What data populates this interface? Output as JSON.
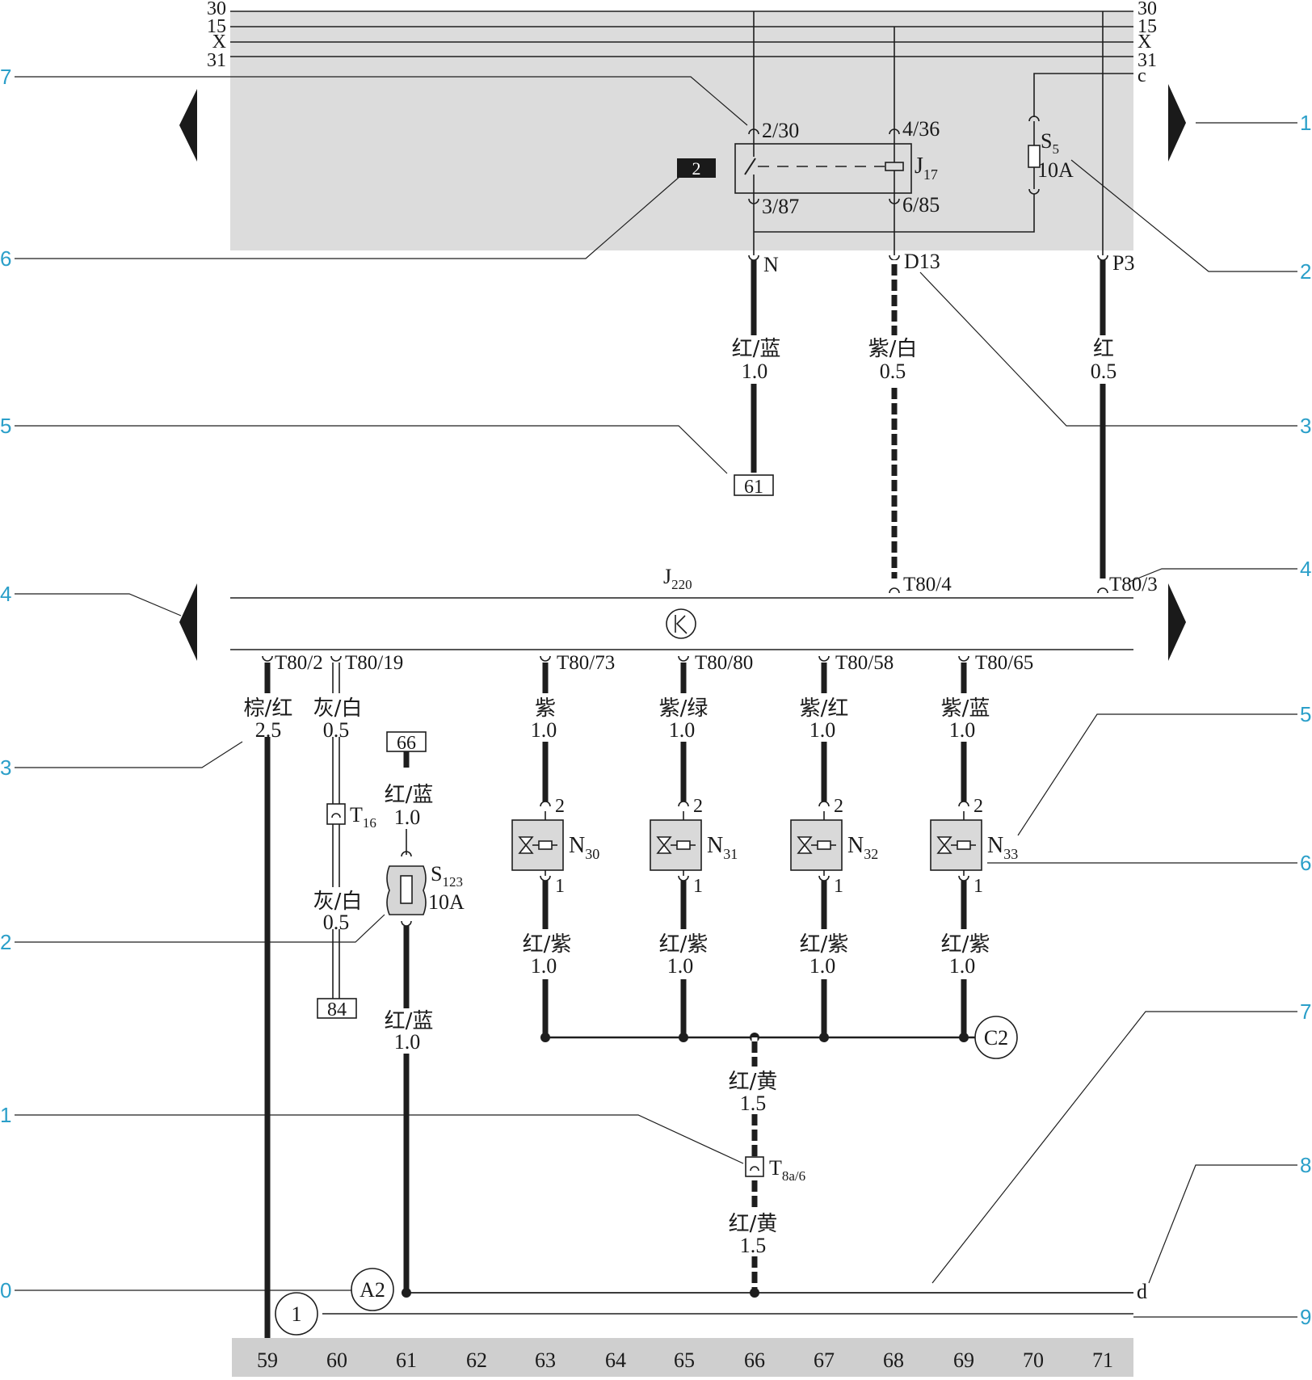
{
  "rails": {
    "left_labels": [
      "30",
      "15",
      "X",
      "31"
    ],
    "right_labels": [
      "30",
      "15",
      "X",
      "31",
      "c"
    ]
  },
  "relay_box": {
    "relay_name": "J",
    "relay_sub": "17",
    "pin_2_30": "2/30",
    "pin_4_36": "4/36",
    "pin_3_87": "3/87",
    "pin_6_85": "6/85",
    "fuse_name": "S",
    "fuse_sub": "5",
    "fuse_rating": "10A",
    "badge": "2",
    "out_n": "N",
    "out_d13": "D13",
    "out_p3": "P3"
  },
  "upper_wires": [
    {
      "color": "红/蓝",
      "size": "1.0"
    },
    {
      "color": "紫/白",
      "size": "0.5"
    },
    {
      "color": "红",
      "size": "0.5"
    }
  ],
  "refs": {
    "r61": "61",
    "r66": "66",
    "r84": "84"
  },
  "ecu": {
    "name": "J",
    "sub": "220",
    "pin_top_4": "T80/4",
    "pin_top_3": "T80/3",
    "pin_2": "T80/2",
    "pin_19": "T80/19",
    "pin_73": "T80/73",
    "pin_80": "T80/80",
    "pin_58": "T80/58",
    "pin_65": "T80/65"
  },
  "left_wires": {
    "w59": {
      "color": "棕/红",
      "size": "2.5"
    },
    "w60a": {
      "color": "灰/白",
      "size": "0.5"
    },
    "w60b": {
      "color": "灰/白",
      "size": "0.5"
    },
    "w61a": {
      "color": "红/蓝",
      "size": "1.0"
    },
    "w61b": {
      "color": "红/蓝",
      "size": "1.0"
    }
  },
  "connector_t16": {
    "name": "T",
    "sub": "16"
  },
  "fuse_s123": {
    "name": "S",
    "sub": "123",
    "rating": "10A"
  },
  "injectors": [
    {
      "name": "N",
      "sub": "30",
      "top_wire": {
        "color": "紫",
        "size": "1.0"
      },
      "bot_wire": {
        "color": "红/紫",
        "size": "1.0"
      },
      "pin_top": "2",
      "pin_bot": "1"
    },
    {
      "name": "N",
      "sub": "31",
      "top_wire": {
        "color": "紫/绿",
        "size": "1.0"
      },
      "bot_wire": {
        "color": "红/紫",
        "size": "1.0"
      },
      "pin_top": "2",
      "pin_bot": "1"
    },
    {
      "name": "N",
      "sub": "32",
      "top_wire": {
        "color": "紫/红",
        "size": "1.0"
      },
      "bot_wire": {
        "color": "红/紫",
        "size": "1.0"
      },
      "pin_top": "2",
      "pin_bot": "1"
    },
    {
      "name": "N",
      "sub": "33",
      "top_wire": {
        "color": "紫/蓝",
        "size": "1.0"
      },
      "bot_wire": {
        "color": "红/紫",
        "size": "1.0"
      },
      "pin_top": "2",
      "pin_bot": "1"
    }
  ],
  "bus": {
    "c2": "C2",
    "wire_a": {
      "color": "红/黄",
      "size": "1.5"
    },
    "wire_b": {
      "color": "红/黄",
      "size": "1.5"
    },
    "connector": {
      "name": "T",
      "sub": "8a/6"
    }
  },
  "ground": {
    "a2": "A2",
    "g1": "1",
    "d": "d"
  },
  "columns": [
    "59",
    "60",
    "61",
    "62",
    "63",
    "64",
    "65",
    "66",
    "67",
    "68",
    "69",
    "70",
    "71"
  ],
  "callouts_left": [
    "7",
    "6",
    "5",
    "4",
    "3",
    "2",
    "1",
    "0"
  ],
  "callouts_right": [
    "1",
    "2",
    "3",
    "4",
    "5",
    "6",
    "7",
    "8",
    "9"
  ],
  "colors": {
    "panel": "#dcdcdc",
    "wire": "#1e1e1e",
    "callout": "#2b9fc9",
    "column_bar": "#cfcfcf"
  }
}
